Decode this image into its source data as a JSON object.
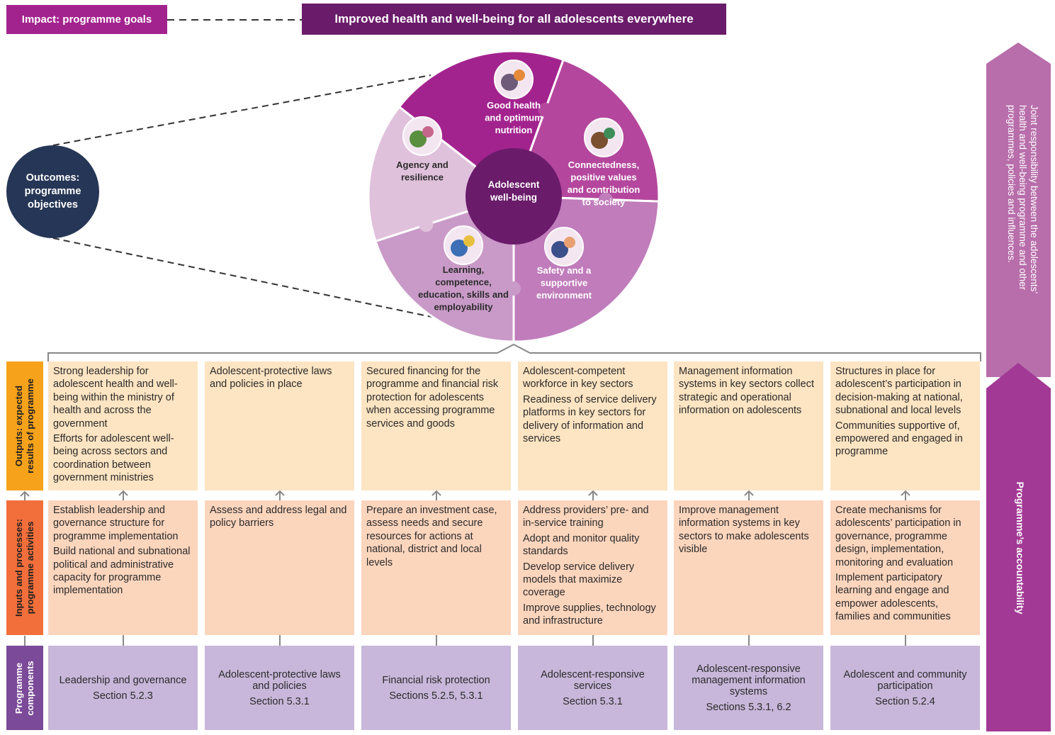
{
  "header": {
    "impact_label": "Impact: programme goals",
    "goal_title": "Improved health and well-being for all adolescents everywhere"
  },
  "outcomes": {
    "label_lines": [
      "Outcomes:",
      "programme",
      "objectives"
    ],
    "center_lines": [
      "Adolescent",
      "well-being"
    ],
    "domains": [
      {
        "icon": "cyclist-icon",
        "lines": [
          "Good health",
          "and optimum",
          "nutrition"
        ]
      },
      {
        "icon": "globe-hands-icon",
        "lines": [
          "Connectedness,",
          "positive values",
          "and contribution",
          "to society"
        ]
      },
      {
        "icon": "family-hands-icon",
        "lines": [
          "Safety and a",
          "supportive",
          "environment"
        ]
      },
      {
        "icon": "laptop-books-icon",
        "lines": [
          "Learning,",
          "competence,",
          "education, skills and",
          "employability"
        ]
      },
      {
        "icon": "mountain-climb-icon",
        "lines": [
          "Agency and",
          "resilience"
        ]
      }
    ]
  },
  "rows": {
    "outputs_label": [
      "Outputs: expected",
      "results of programme"
    ],
    "inputs_label": [
      "Inputs and processes:",
      "programme activities"
    ],
    "components_label": [
      "Programme",
      "components"
    ]
  },
  "outputs": [
    [
      "Strong leadership for adolescent health and well-being within the ministry of health and across the government",
      "Efforts for adolescent well-being across sectors and coordination between government ministries"
    ],
    [
      "Adolescent-protective laws and policies in place"
    ],
    [
      "Secured financing for the programme and financial risk protection for adolescents when accessing programme services and goods"
    ],
    [
      "Adolescent-competent workforce in key sectors",
      "Readiness of service delivery platforms in key sectors for delivery of information and services"
    ],
    [
      "Management information systems in key sectors collect strategic and operational information on adolescents"
    ],
    [
      "Structures in place for adolescent’s participation in decision-making at national, subnational and local levels",
      "Communities supportive of, empowered and engaged in programme"
    ]
  ],
  "inputs": [
    [
      "Establish leadership and governance structure for programme implementation",
      "Build national and subnational political and administrative capacity for programme implementation"
    ],
    [
      "Assess and address legal and policy barriers"
    ],
    [
      "Prepare an investment case, assess needs and secure resources for actions at national, district and local levels"
    ],
    [
      "Address providers’ pre- and in-service training",
      "Adopt and monitor quality standards",
      "Develop service delivery models that maximize coverage",
      "Improve supplies, technology and infrastructure"
    ],
    [
      "Improve management information systems in key sectors to make adolescents visible"
    ],
    [
      "Create mechanisms for adolescents’ participation in governance, programme design, implementation, monitoring and evaluation",
      "Implement participatory learning and engage and empower adolescents, families and communities"
    ]
  ],
  "components": [
    {
      "name": "Leadership and governance",
      "section": "Section 5.2.3"
    },
    {
      "name": "Adolescent-protective laws and policies",
      "section": "Section 5.3.1"
    },
    {
      "name": "Financial risk protection",
      "section": "Sections 5.2.5, 5.3.1"
    },
    {
      "name": "Adolescent-responsive services",
      "section": "Section 5.3.1"
    },
    {
      "name": "Adolescent-responsive management information systems",
      "section": "Sections 5.3.1, 6.2"
    },
    {
      "name": "Adolescent and community participation",
      "section": "Section 5.2.4"
    }
  ],
  "side": {
    "joint_responsibility": "Joint responsibility between the adolescents’ health and well-being programme and other programmes, policies and influences.",
    "accountability": "Programme’s accountability"
  },
  "colors": {
    "goal_dark": "#6a1b6a",
    "impact_magenta": "#a3238e",
    "outcome_navy": "#263656",
    "outputs_orange": "#f7a21b",
    "inputs_orange": "#f26f3b",
    "components_purple": "#7b4a98",
    "output_fill": "#fde4c2",
    "input_fill": "#fcd5bd",
    "component_fill": "#c8b7da"
  }
}
